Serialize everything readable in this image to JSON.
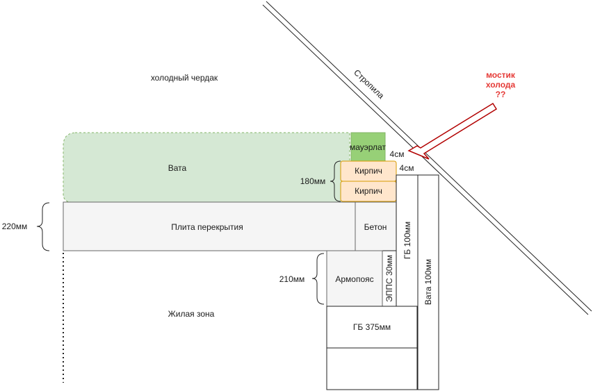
{
  "labels": {
    "cold_attic": "холодный чердак",
    "rafter": "Стропила",
    "cold_bridge": [
      "мостик",
      "холода",
      "??"
    ],
    "wool_top": "Вата",
    "mauerlat": "мауэрлат",
    "gap_1": "4см",
    "gap_2": "4см",
    "brick_1": "Кирпич",
    "brick_2": "Кирпич",
    "dim_180": "180мм",
    "slab": "Плита перекрытия",
    "concrete": "Бетон",
    "dim_220": "220мм",
    "gb_100": "ГБ 100мм",
    "wool_100": "Вата 100мм",
    "epps_30": "ЭППС 30мм",
    "armopoyas": "Армопояс",
    "dim_210": "210мм",
    "living_zone": "Жилая зона",
    "gb_375": "ГБ 375мм"
  },
  "colors": {
    "wool_fill": "#d5e8d4",
    "wool_stroke": "#82b366",
    "mauerlat_fill": "#97d077",
    "brick_fill": "#ffe6cc",
    "brick_stroke": "#d79b00",
    "slab_fill": "#f5f5f5",
    "slab_stroke": "#666666",
    "arrow_stroke": "#b20000",
    "cold_bridge_text": "#e53935"
  }
}
